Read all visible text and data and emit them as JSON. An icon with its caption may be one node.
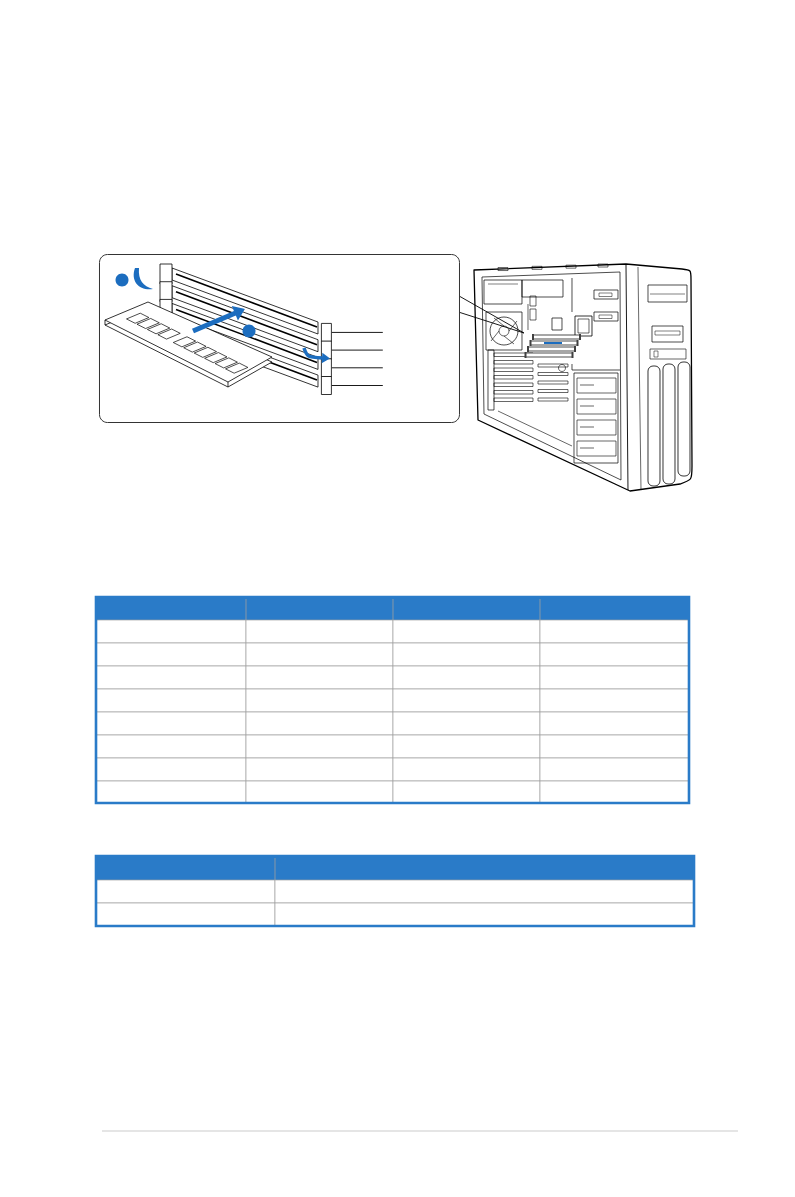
{
  "diagram": {
    "nodes": [
      {
        "text": [],
        "shape": "box"
      },
      {
        "text": [],
        "shape": "box",
        "in": 0
      },
      {
        "text": [],
        "shape": "box",
        "in": 0
      },
      {
        "text": [],
        "shape": "box",
        "in": 0
      },
      {
        "text": [],
        "shape": "box",
        "in": 0
      },
      {
        "text": [],
        "shape": "picture"
      },
      {
        "text": [],
        "shape": "picture",
        "in": 5
      }
    ],
    "edges": [
      {
        "from": null,
        "to": 1,
        "arrow": "none"
      },
      {
        "from": null,
        "to": 2,
        "arrow": "none"
      },
      {
        "from": null,
        "to": 3,
        "arrow": "none"
      },
      {
        "from": null,
        "to": 4,
        "arrow": "none"
      },
      {
        "from": 0,
        "to": 6,
        "arrow": "none"
      }
    ]
  }
}
